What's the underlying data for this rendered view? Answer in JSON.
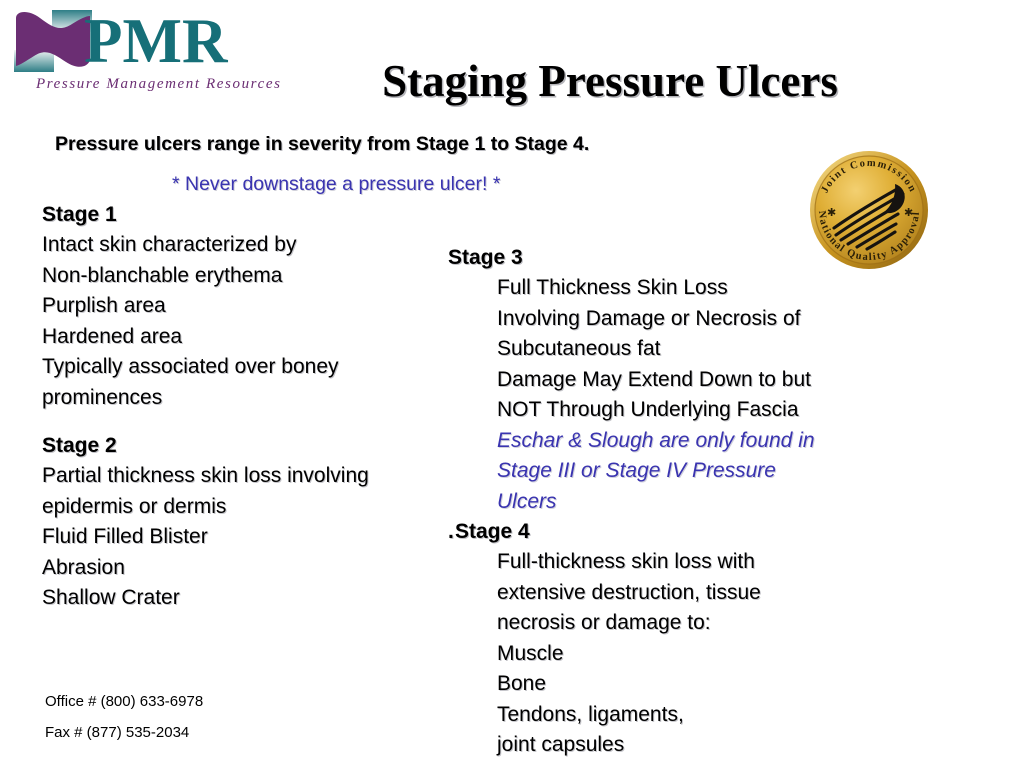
{
  "slide": {
    "title": "Staging Pressure Ulcers",
    "subtitle_primary": "Pressure ulcers range in severity from Stage 1 to Stage 4.",
    "subtitle_warning": "* Never downstage a pressure ulcer! *",
    "background_color": "#FFFFFF"
  },
  "logo": {
    "wordmark": "PMR",
    "tagline": "Pressure Management Resources",
    "wordmark_color": "#166F78",
    "tagline_color": "#6B2E73",
    "wave_color": "#6B2E73",
    "wave_accent_color": "#2E7E86"
  },
  "seal": {
    "top_arc_text": "Joint Commission",
    "bottom_arc_text": "National Quality Approval",
    "gold_color": "#D6A326",
    "gold_dark_color": "#A8761A",
    "emblem_color": "#111111"
  },
  "colors": {
    "text": "#000000",
    "accent_purple": "#3A34B0",
    "teal": "#166F78",
    "plum": "#6B2E73"
  },
  "left_column": {
    "stages": [
      {
        "heading": "Stage 1",
        "lines": [
          "Intact skin characterized by",
          "Non-blanchable erythema",
          "Purplish area",
          "Hardened area",
          "Typically associated over boney",
          "prominences"
        ]
      },
      {
        "heading": "Stage 2",
        "lines": [
          "Partial thickness skin loss involving",
          "epidermis or dermis",
          "Fluid Filled Blister",
          "Abrasion",
          "Shallow Crater"
        ]
      }
    ]
  },
  "right_column": {
    "stage3": {
      "heading": "Stage 3",
      "lines": [
        "Full Thickness Skin Loss",
        "Involving Damage or Necrosis of",
        "Subcutaneous fat",
        "Damage May Extend Down to but",
        "NOT Through Underlying Fascia"
      ],
      "note_lines": [
        "Eschar & Slough are only found in",
        "Stage III or Stage IV Pressure",
        "Ulcers"
      ]
    },
    "stage4": {
      "heading": "Stage 4",
      "lead_dot": ".",
      "lines": [
        "Full-thickness skin loss with",
        "extensive destruction, tissue",
        "necrosis or damage to:",
        "Muscle",
        "Bone",
        "Tendons, ligaments,",
        "joint capsules"
      ]
    }
  },
  "contact": {
    "office": "Office # (800) 633-6978",
    "fax": "Fax # (877) 535-2034"
  }
}
